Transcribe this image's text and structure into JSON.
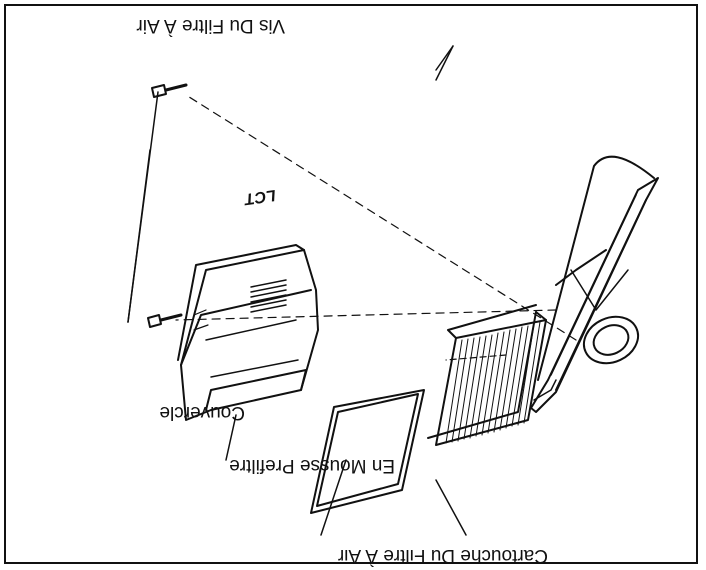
{
  "figure": {
    "orientation": "rotated-180",
    "labels": {
      "screws": "Vis Du Filtre  À Air",
      "cover": "Couvercle",
      "prefilter": "En Mousse Prefiltre",
      "cartridge": "Cartouche Du Filtre À Air"
    },
    "cover_logo": "LCT"
  },
  "colors": {
    "line": "#111111",
    "background": "#ffffff"
  }
}
